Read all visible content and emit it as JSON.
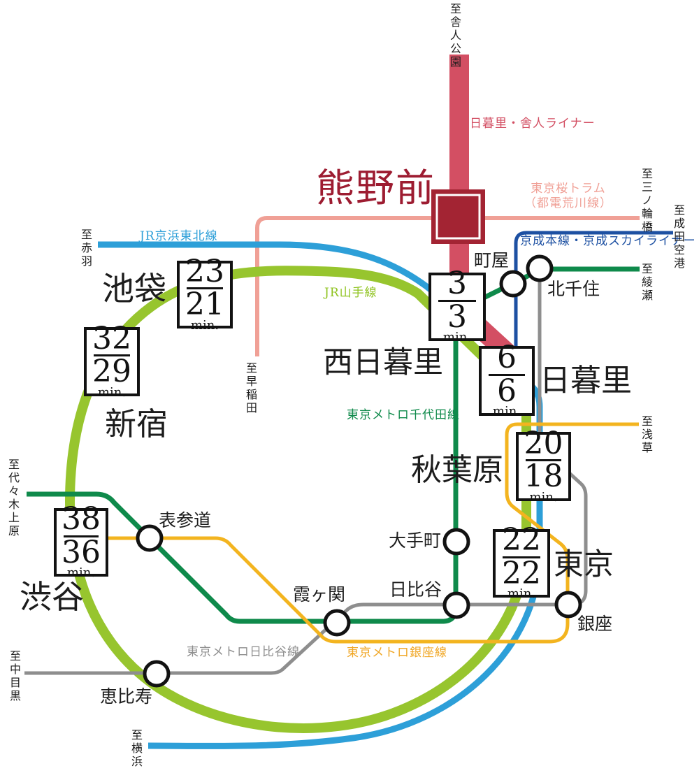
{
  "colors": {
    "toneri": "#d34f63",
    "kumanomae": "#9d1c31",
    "kumanomae-fill": "#a32433",
    "tram": "#f0a096",
    "keihin": "#2d9fd8",
    "yamanote": "#97c52e",
    "yamanote-label": "#8fc31f",
    "chiyoda": "#0f8a4b",
    "keisei": "#1d50a2",
    "hibiya": "#8e8e8e",
    "ginza": "#f3b41f",
    "ginza-label": "#f0a623"
  },
  "hub": {
    "name": "熊野前"
  },
  "lines": {
    "toneri": {
      "label": "日暮里・舎人ライナー"
    },
    "tram": {
      "label_1": "東京桜トラム",
      "label_2": "（都電荒川線）"
    },
    "keihin": {
      "label": "JR京浜東北線"
    },
    "yamanote": {
      "label": "JR山手線"
    },
    "chiyoda": {
      "label": "東京メトロ千代田線"
    },
    "keisei": {
      "label": "京成本線・京成スカイライナー"
    },
    "hibiya": {
      "label": "東京メトロ日比谷線"
    },
    "ginza": {
      "label": "東京メトロ銀座線"
    }
  },
  "stations": {
    "ikebukuro": {
      "label": "池袋",
      "time_top": "23",
      "time_bottom": "21",
      "unit": "min."
    },
    "shinjuku": {
      "label": "新宿",
      "time_top": "32",
      "time_bottom": "29",
      "unit": "min."
    },
    "shibuya": {
      "label": "渋谷",
      "time_top": "38",
      "time_bottom": "36",
      "unit": "min."
    },
    "nishi_nippori": {
      "label": "西日暮里",
      "time_top": "3",
      "time_bottom": "3",
      "unit": "min."
    },
    "nippori": {
      "label": "日暮里",
      "time_top": "6",
      "time_bottom": "6",
      "unit": "min."
    },
    "akihabara": {
      "label": "秋葉原",
      "time_top": "20",
      "time_bottom": "18",
      "unit": "min."
    },
    "tokyo": {
      "label": "東京",
      "time_top": "22",
      "time_bottom": "22",
      "unit": "min."
    },
    "machiya": {
      "label": "町屋"
    },
    "kita_senju": {
      "label": "北千住"
    },
    "omotesando": {
      "label": "表参道"
    },
    "otemachi": {
      "label": "大手町"
    },
    "hibiya": {
      "label": "日比谷"
    },
    "ginza": {
      "label": "銀座"
    },
    "kasumigaseki": {
      "label": "霞ヶ関"
    },
    "ebisu": {
      "label": "恵比寿"
    }
  },
  "directions": {
    "toneri_koen": "至舎人公園",
    "akabane": "至赤羽",
    "minowabashi": "至三ノ輪橋",
    "narita_airport": "至成田空港",
    "ayase": "至綾瀬",
    "asakusa": "至浅草",
    "waseda": "至早稲田",
    "yoyogi_uehara": "至代々木上原",
    "naka_meguro": "至中目黒",
    "yokohama": "至横浜"
  }
}
